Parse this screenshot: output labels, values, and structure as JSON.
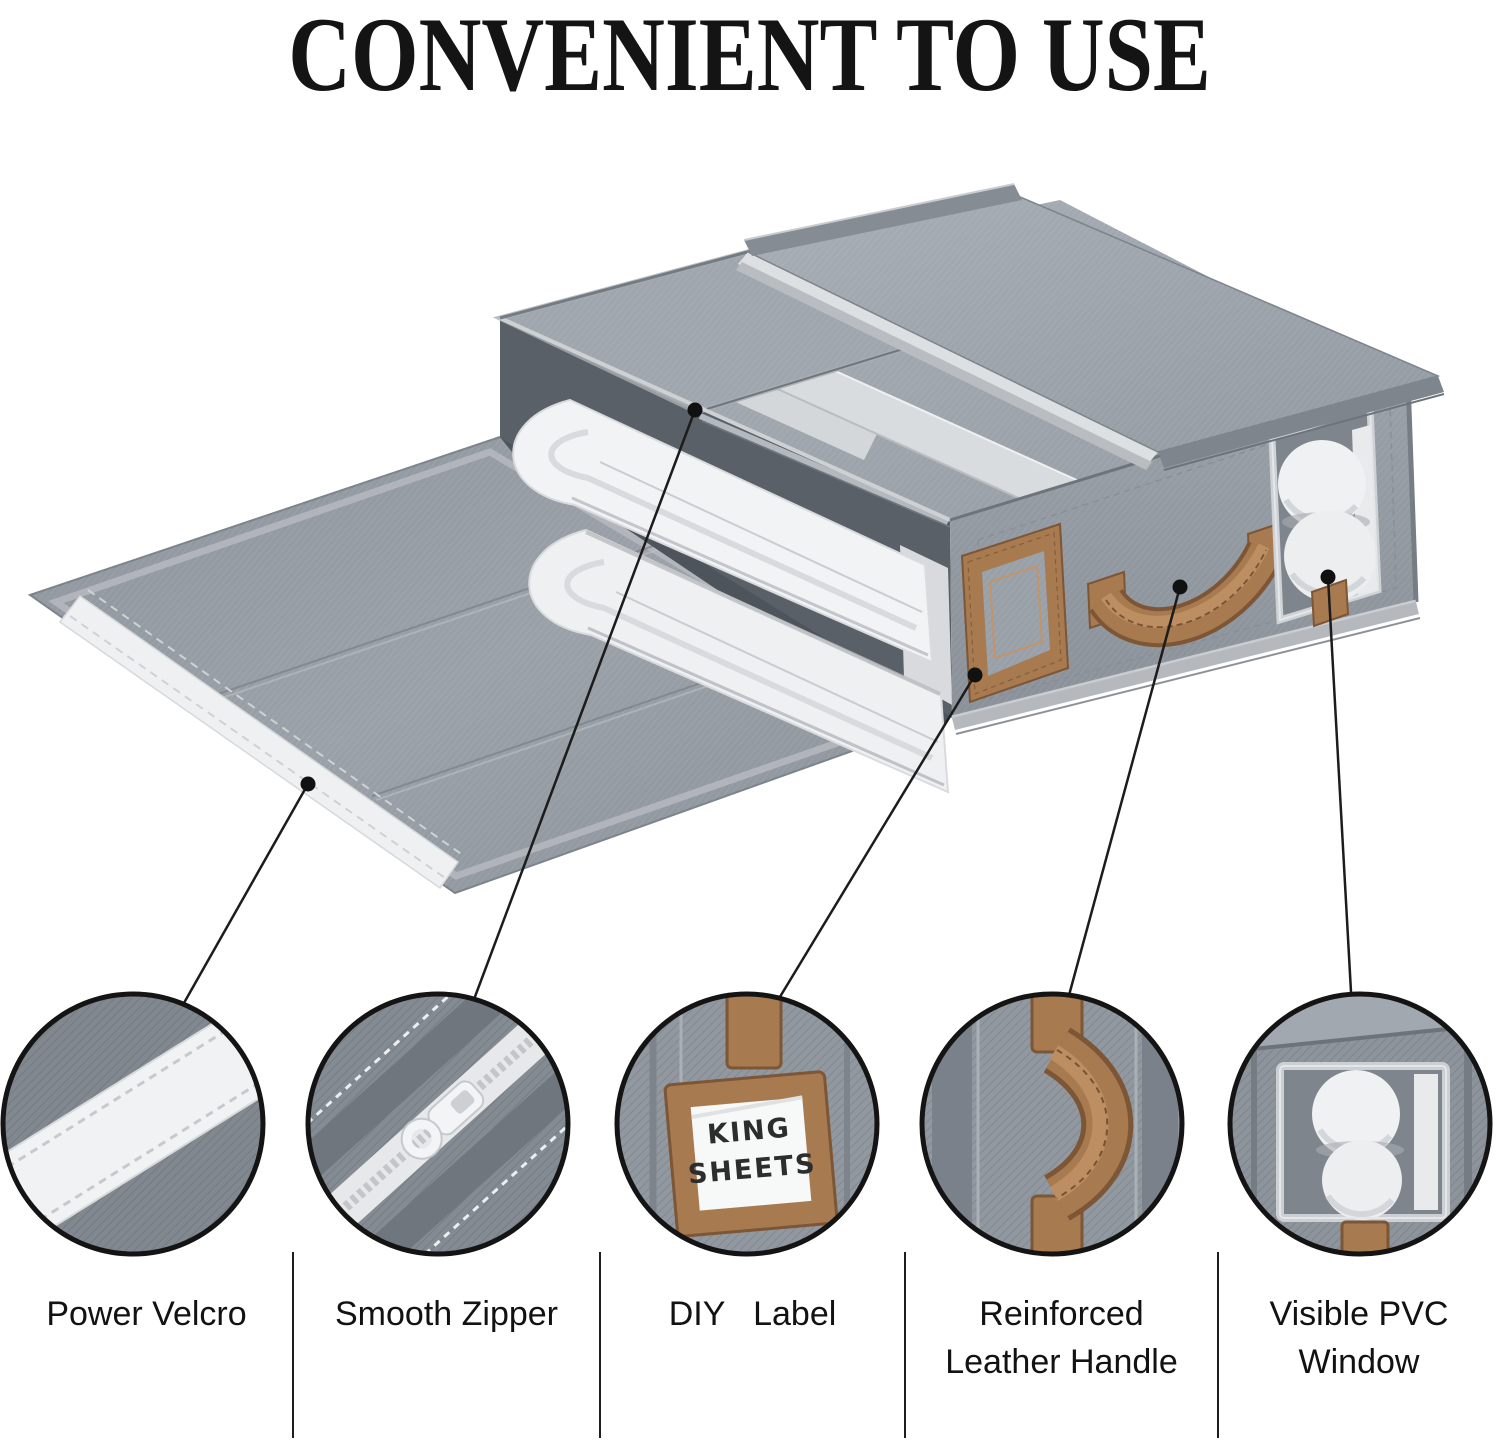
{
  "title": "CONVENIENT TO USE",
  "features": [
    {
      "name": "power-velcro",
      "label": "Power Velcro"
    },
    {
      "name": "smooth-zipper",
      "label": "Smooth Zipper"
    },
    {
      "name": "diy-label",
      "label": "DIY   Label"
    },
    {
      "name": "reinforced-leather-handle",
      "label": "Reinforced\nLeather Handle"
    },
    {
      "name": "visible-pvc-window",
      "label": "Visible PVC\nWindow"
    }
  ],
  "diy_label_card": {
    "line1": "KING",
    "line2": "SHEETS"
  },
  "colors": {
    "background": "#ffffff",
    "title_text": "#141414",
    "label_text": "#121212",
    "callout_line": "#1c1c1c",
    "fabric_gray": "#959ba3",
    "fabric_dark": "#7e848c",
    "silver_strip": "#d7dadd",
    "velcro_white": "#f1f2f3",
    "leather_brown": "#a87a50",
    "leather_dark": "#7d5636",
    "comforter_white": "#f2f3f4"
  }
}
